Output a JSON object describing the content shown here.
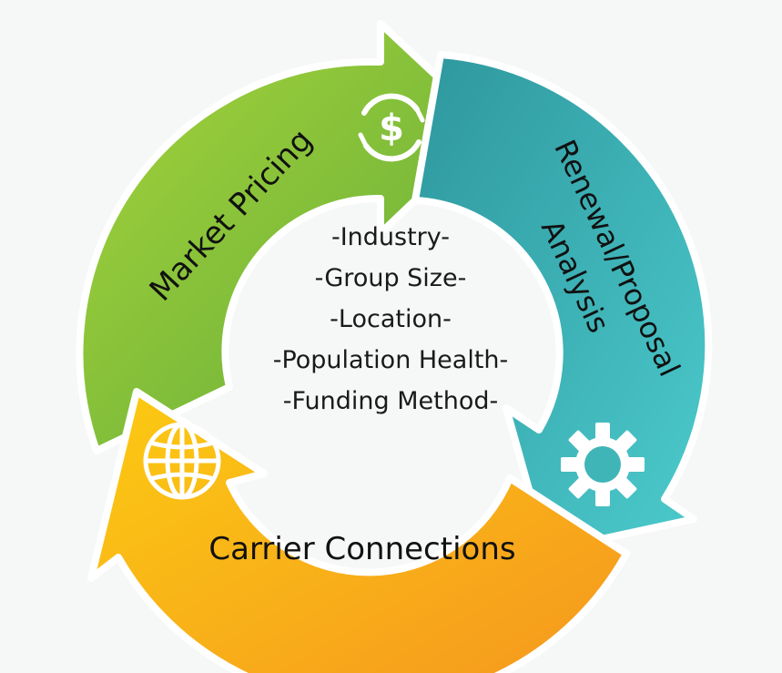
{
  "segments": {
    "market_pricing": {
      "label": "Market Pricing",
      "color_start": "#9acd3a",
      "color_end": "#6bb13a",
      "icon": "dollar-cycle-icon"
    },
    "renewal": {
      "label_line1": "Renewal/Proposal",
      "label_line2": "Analysis",
      "color_start": "#2f9aa0",
      "color_end": "#4bc3c6",
      "icon": "gear-icon"
    },
    "carrier": {
      "label": "Carrier Connections",
      "color_start": "#f9c212",
      "color_end": "#f59a1d",
      "icon": "globe-icon"
    }
  },
  "center_items": [
    "-Industry-",
    "-Group Size-",
    "-Location-",
    "-Population Health-",
    "-Funding Method-"
  ]
}
